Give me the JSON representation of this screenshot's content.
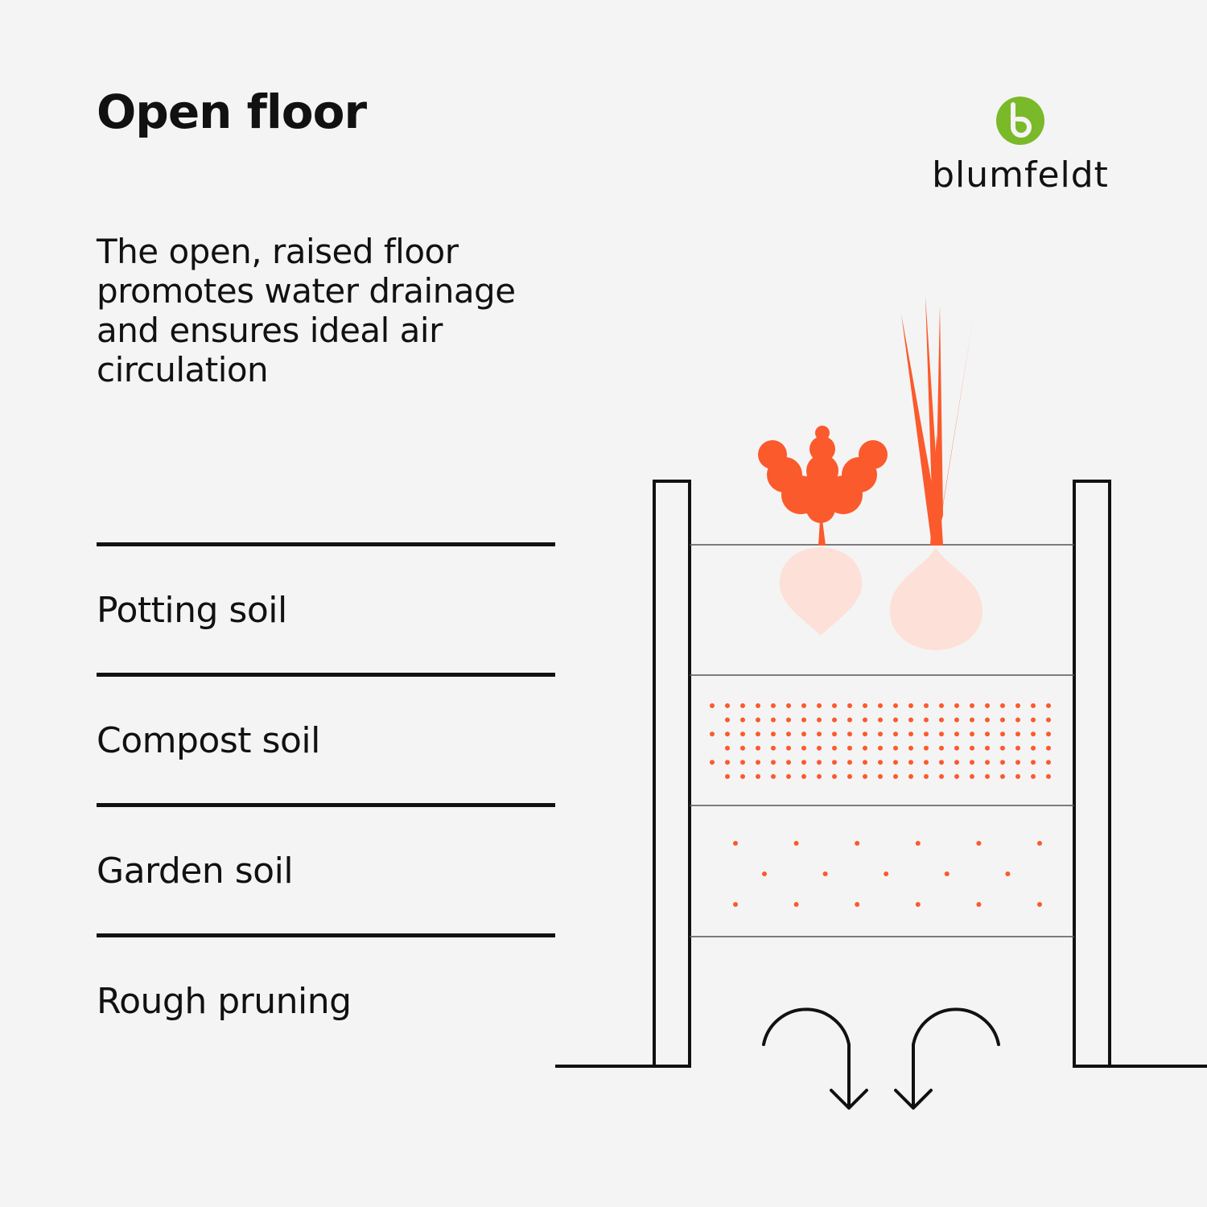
{
  "title": "Open floor",
  "description": "The open, raised floor promotes water drainage and ensures ideal air circulation",
  "brand": {
    "name": "blumfeldt",
    "color": "#7ab929"
  },
  "layers": [
    {
      "label": "Potting soil"
    },
    {
      "label": "Compost soil"
    },
    {
      "label": "Garden soil"
    },
    {
      "label": "Rough pruning"
    }
  ],
  "colors": {
    "accent": "#fb5a2c",
    "accent_light": "#fde0d8",
    "line": "#111111",
    "background": "#f4f4f4"
  },
  "icons": [
    "beet-icon",
    "onion-icon",
    "airflow-arrow-left-icon",
    "airflow-arrow-right-icon"
  ]
}
